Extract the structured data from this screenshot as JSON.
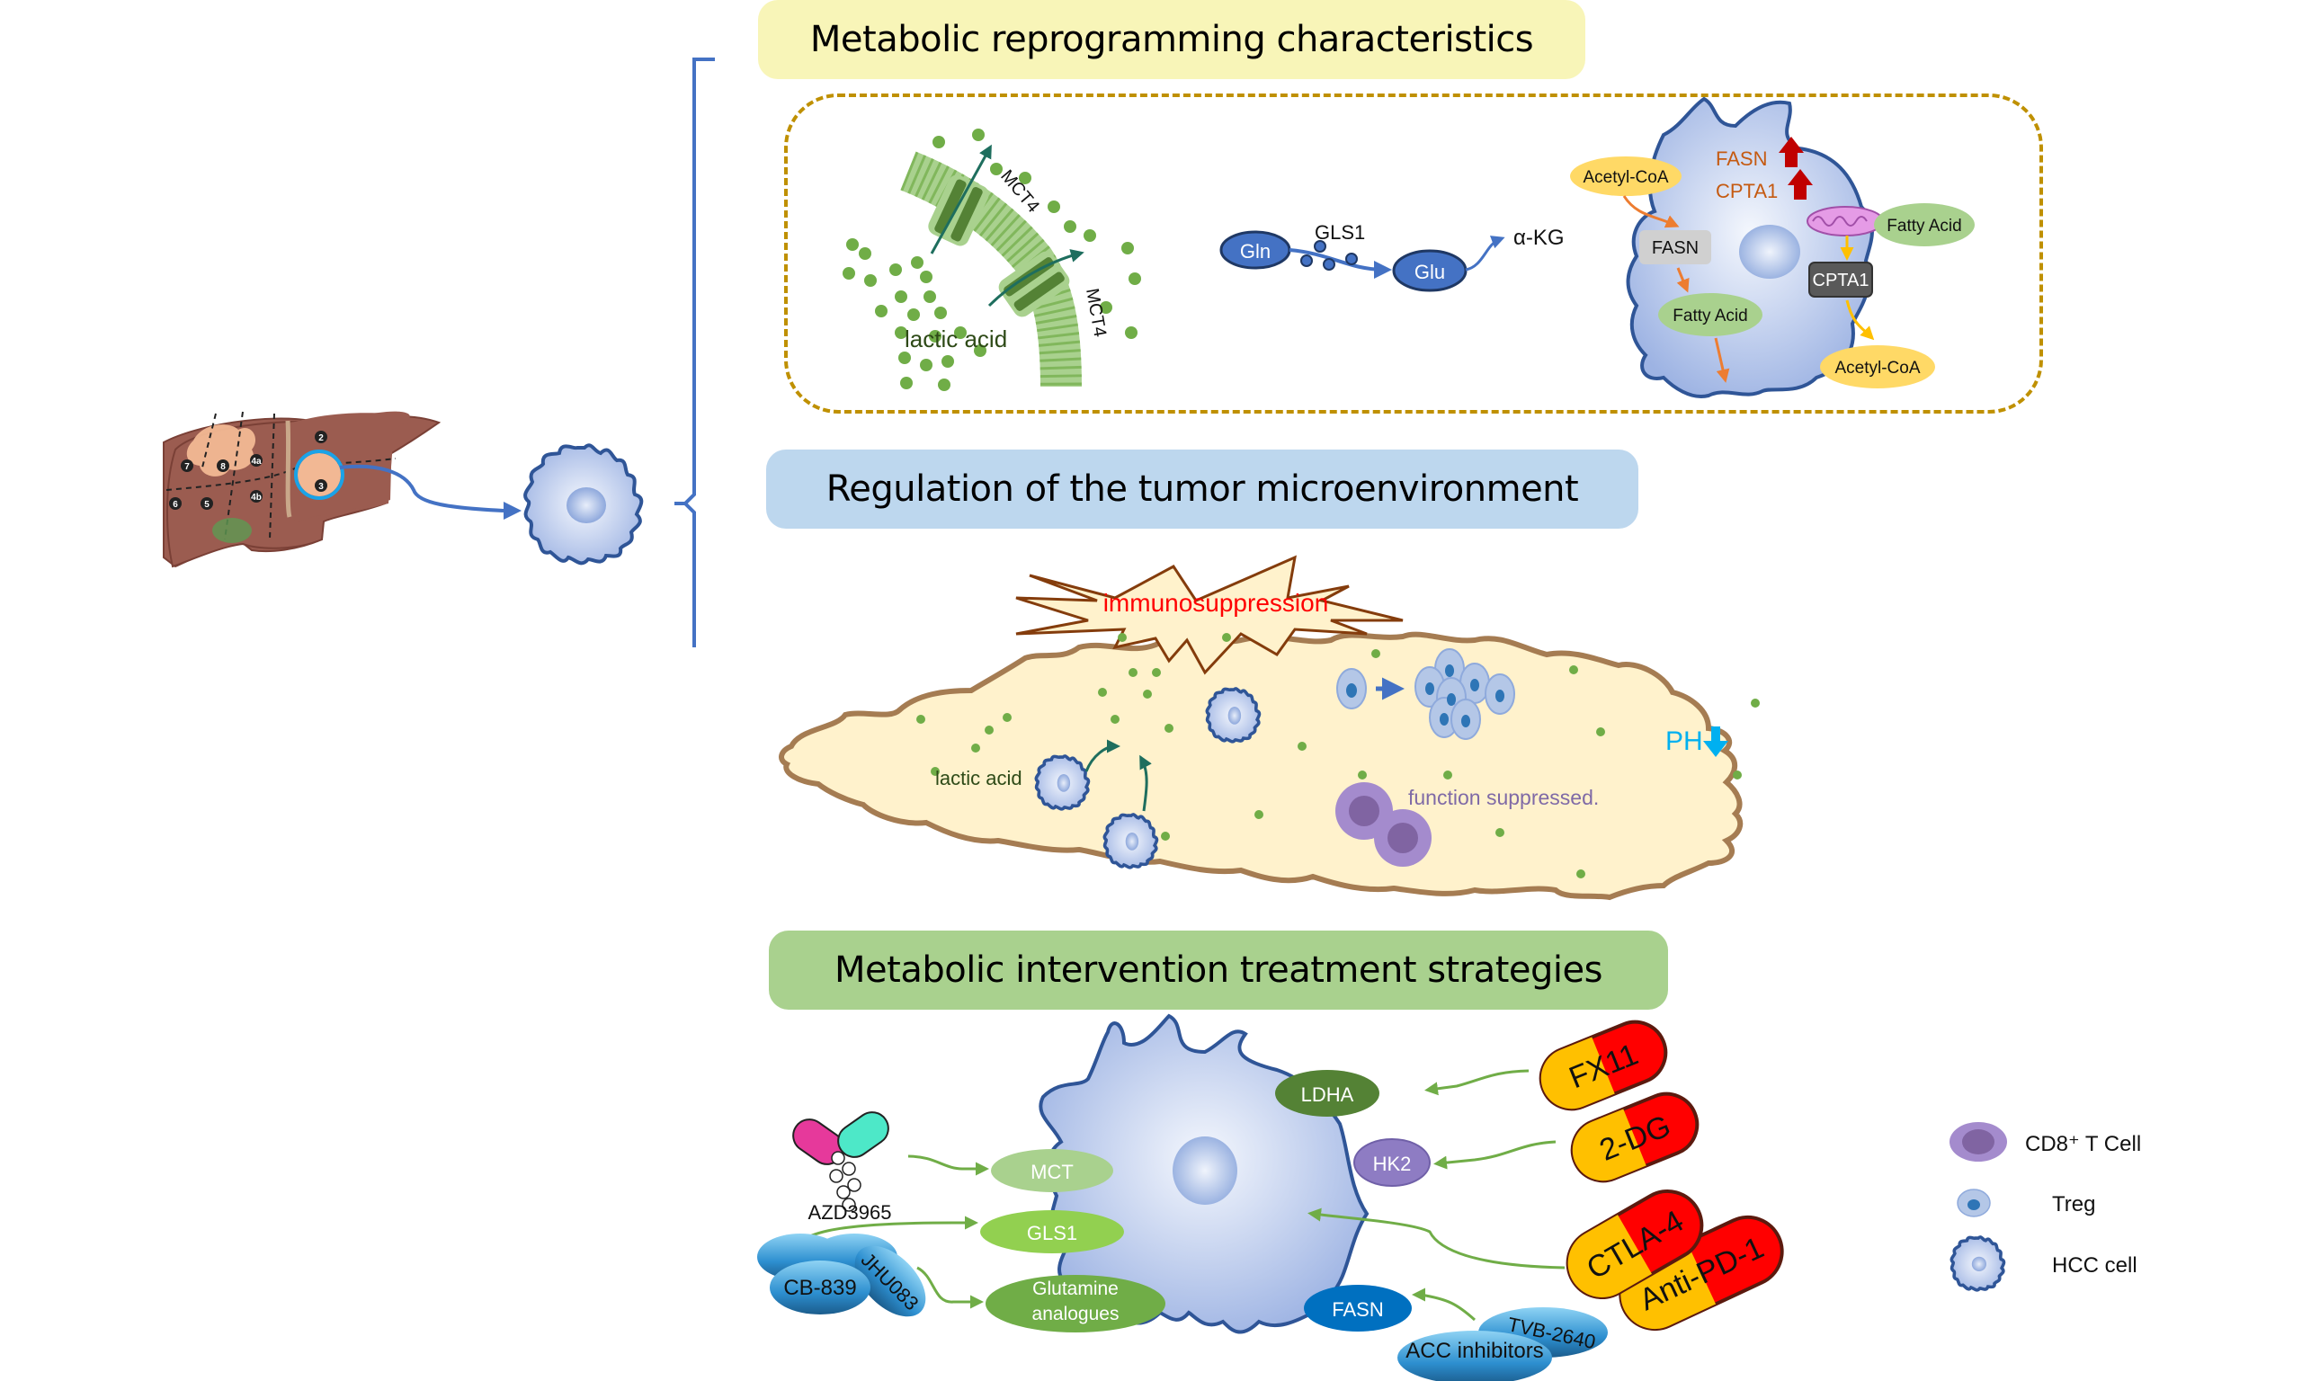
{
  "sections": {
    "reprogramming": {
      "title": "Metabolic reprogramming characteristics",
      "lactic_panel": {
        "transporter_label_1": "MCT4",
        "transporter_label_2": "MCT4",
        "metabolite_label": "lactic acid"
      },
      "glutamine_panel": {
        "substrate": "Gln",
        "enzyme": "GLS1",
        "product": "Glu",
        "downstream": "α-KG"
      },
      "lipid_panel": {
        "upregulated_1": "FASN",
        "upregulated_2": "CPTA1",
        "acetyl_coa_in": "Acetyl-CoA",
        "fasn_box": "FASN",
        "fatty_acid_out": "Fatty Acid",
        "fatty_acid_in": "Fatty Acid",
        "cpta1_box": "CPTA1",
        "acetyl_coa_out": "Acetyl-CoA"
      }
    },
    "microenvironment": {
      "title": "Regulation of the tumor microenvironment",
      "burst_label": "immunosuppression",
      "lactic_label": "lactic acid",
      "ph_label": "PH",
      "tcell_label": "function  suppressed."
    },
    "intervention": {
      "title": "Metabolic intervention treatment strategies",
      "targets": {
        "ldha": "LDHA",
        "hk2": "HK2",
        "mct": "MCT",
        "gls1": "GLS1",
        "glutamine_1": "Glutamine",
        "glutamine_2": "analogues",
        "fasn": "FASN"
      },
      "drugs": {
        "fx11": "FX11",
        "dg2": "2-DG",
        "ctla4": "CTLA-4",
        "antipd1": "Anti-PD-1",
        "azd": "AZD3965",
        "cb839": "CB-839",
        "jhu083": "JHU083",
        "acc": "ACC inhibitors",
        "tvb": "TVB-2640"
      }
    }
  },
  "liver": {
    "segments": [
      "7",
      "8",
      "4a",
      "2",
      "3",
      "6",
      "5",
      "4b"
    ]
  },
  "legend": [
    {
      "label": "CD8⁺ T Cell",
      "icon": "cd8-t-cell-icon"
    },
    {
      "label": "Treg",
      "icon": "treg-icon"
    },
    {
      "label": "HCC cell",
      "icon": "hcc-cell-icon"
    }
  ],
  "colors": {
    "bracket": "#4472c4",
    "title_yellow": "#f8f5b8",
    "title_blue": "#bdd7ee",
    "title_green": "#a9d18e",
    "dashed_border": "#bf9000",
    "immuno_red": "#ff0000",
    "ph_blue": "#00b0f0",
    "suppressed_purple": "#7030a0",
    "upregulated_orange": "#c55a11"
  }
}
